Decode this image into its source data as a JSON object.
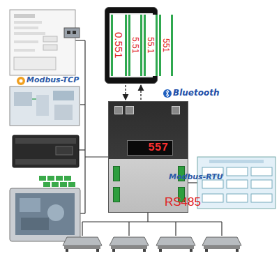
{
  "diagram": {
    "nodes": [
      {
        "text": [
          "0.551",
          "5.51",
          "55.1",
          "551"
        ]
      },
      {
        "text": [
          "557"
        ]
      }
    ],
    "edges": [
      {
        "from": 0,
        "to": 1,
        "arrow": "to"
      },
      {
        "from": 1,
        "to": 0,
        "arrow": "to"
      }
    ],
    "labels": [
      "Modbus-TCP",
      "Bluetooth",
      "Modbus-RTU",
      "RS485"
    ]
  }
}
